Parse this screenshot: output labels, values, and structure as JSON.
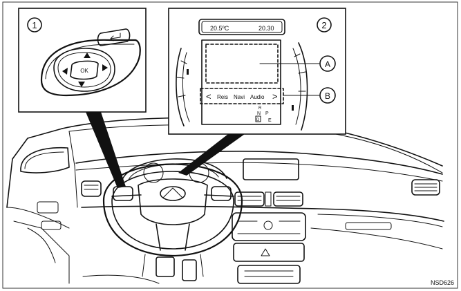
{
  "figure_code": "NSD626",
  "inset_1": {
    "number": "1",
    "buttons": {
      "ok": "OK",
      "up": "up-arrow",
      "down": "down-arrow",
      "left": "left-arrow",
      "right": "right-arrow",
      "back": "back-arrow-icon"
    }
  },
  "inset_2": {
    "number": "2",
    "display": {
      "temperature": "20.5ºC",
      "clock": "20.30",
      "menu_items": [
        "Reis",
        "Navi",
        "Audio"
      ],
      "menu_left_arrow": "<",
      "menu_right_arrow": ">",
      "gear_r": "R",
      "gear_n": "N",
      "gear_p": "P",
      "gear_d": "D",
      "gear_e": "E"
    },
    "callouts": {
      "a": "A",
      "b": "B"
    }
  },
  "vehicle": {
    "brand_logo": "infiniti-logo"
  }
}
